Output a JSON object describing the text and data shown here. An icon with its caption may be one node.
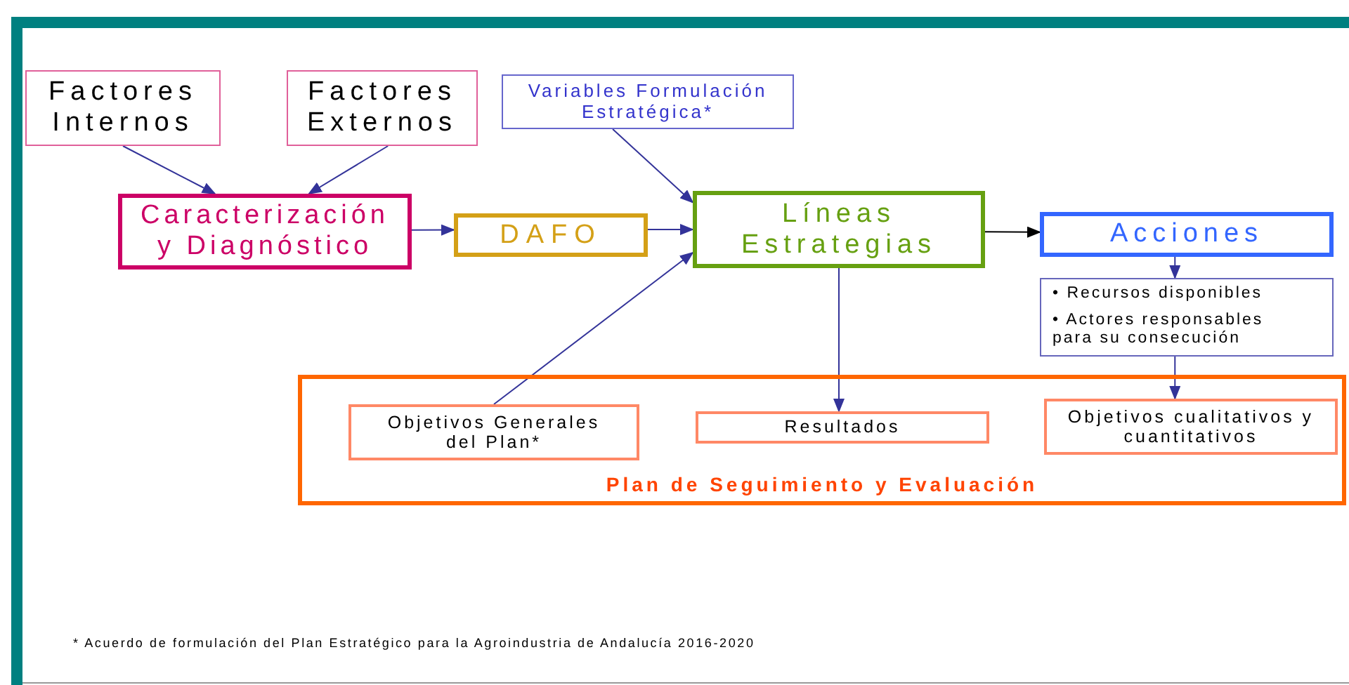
{
  "diagram": {
    "nodes": [
      {
        "text": [
          "Factores Internos"
        ]
      },
      {
        "text": [
          "Factores Externos"
        ]
      },
      {
        "text": [
          "Variables Formulación Estratégica*"
        ]
      },
      {
        "text": [
          "Caracterización y Diagnóstico"
        ]
      },
      {
        "text": [
          "DAFO"
        ]
      },
      {
        "text": [
          "Líneas Estrategias"
        ]
      },
      {
        "text": [
          "Acciones"
        ]
      },
      {
        "text": [
          "• Recursos disponibles",
          "• Actores responsables para su consecución"
        ]
      },
      {
        "text": [
          "Plan de Seguimiento y Evaluación"
        ]
      },
      {
        "text": [
          "Objetivos Generales del Plan*"
        ],
        "in": 8
      },
      {
        "text": [
          "Resultados"
        ],
        "in": 8
      },
      {
        "text": [
          "Objetivos cualitativos y cuantitativos"
        ],
        "in": 8
      }
    ],
    "edges": [
      {
        "from": 0,
        "to": 3,
        "arrow": "to"
      },
      {
        "from": 1,
        "to": 3,
        "arrow": "to"
      },
      {
        "from": 2,
        "to": 5,
        "arrow": "to"
      },
      {
        "from": 3,
        "to": 4,
        "arrow": "to"
      },
      {
        "from": 4,
        "to": 5,
        "arrow": "to"
      },
      {
        "from": 9,
        "to": 5,
        "arrow": "to"
      },
      {
        "from": 5,
        "to": 6,
        "arrow": "to",
        "color": "#000000"
      },
      {
        "from": 5,
        "to": 10,
        "arrow": "to"
      },
      {
        "from": 6,
        "to": 7,
        "arrow": "to"
      },
      {
        "from": 7,
        "to": 11,
        "arrow": "to"
      }
    ],
    "labels": [
      "* Acuerdo de formulación del Plan Estratégico para la Agroindustria de Andalucía 2016-2020"
    ]
  }
}
